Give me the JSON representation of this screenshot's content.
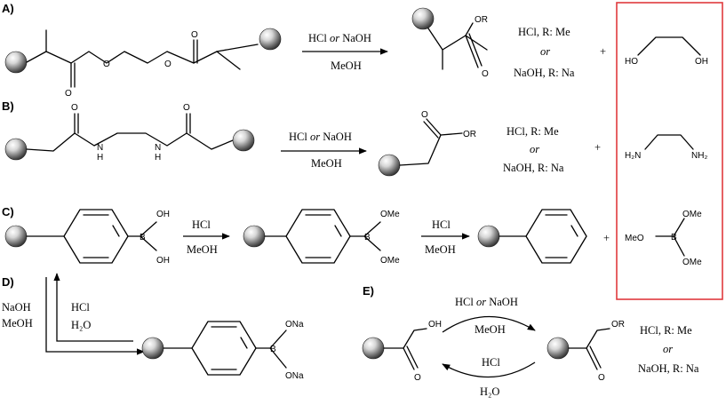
{
  "sections": {
    "A": {
      "label": "A)",
      "reagent_top": {
        "a": "HCl ",
        "b": "or",
        "c": " NaOH"
      },
      "reagent_bottom": "MeOH",
      "product_group": "OR",
      "conditions": {
        "line1": "HCl, R: Me",
        "line2": "or",
        "line3": "NaOH, R: Na"
      },
      "plus": "+",
      "ester_o1": "O",
      "ester_o2": "O",
      "carbonyl_o1": "O",
      "carbonyl_o2": "O",
      "product_o": "O",
      "byproduct": {
        "left": "HO",
        "right": "OH"
      }
    },
    "B": {
      "label": "B)",
      "reagent_top": {
        "a": "HCl ",
        "b": "or",
        "c": " NaOH"
      },
      "reagent_bottom": "MeOH",
      "product_group": "OR",
      "conditions": {
        "line1": "HCl, R: Me",
        "line2": "or",
        "line3": "NaOH, R: Na"
      },
      "plus": "+",
      "amide_o1": "O",
      "amide_o2": "O",
      "amide_n1": "N",
      "amide_n2": "N",
      "amide_h1": "H",
      "amide_h2": "H",
      "product_o": "O",
      "byproduct": {
        "left": "H₂N",
        "right": "NH₂"
      }
    },
    "C": {
      "label": "C)",
      "step1_top": "HCl",
      "step1_bottom": "MeOH",
      "step2_top": "HCl",
      "step2_bottom": "MeOH",
      "boronic_b": "B",
      "boronic_oh1": "OH",
      "boronic_oh2": "OH",
      "ester_b": "B",
      "ester_ome1": "OMe",
      "ester_ome2": "OMe",
      "plus": "+",
      "byproduct": {
        "b": "B",
        "ome_top": "OMe",
        "ome_left": "MeO",
        "ome_bottom": "OMe"
      }
    },
    "D": {
      "label": "D)",
      "reagent_left_1": "NaOH",
      "reagent_left_2": "MeOH",
      "reagent_right_1": "HCl",
      "reagent_right_2": "H₂O",
      "borate_b": "B",
      "borate_ona1": "ONa",
      "borate_ona2": "ONa"
    },
    "E": {
      "label": "E)",
      "forward_top": {
        "a": "HCl ",
        "b": "or",
        "c": " NaOH"
      },
      "forward_bottom": "MeOH",
      "reverse_top": "HCl",
      "reverse_bottom": "H₂O",
      "acid_oh": "OH",
      "acid_o": "O",
      "product_group": "OR",
      "product_o": "O",
      "conditions": {
        "line1": "HCl, R: Me",
        "line2": "or",
        "line3": "NaOH, R: Na"
      }
    }
  },
  "colors": {
    "highlight_box": "#e03a3e",
    "bond": "#000000"
  },
  "icons": {
    "sphere": "support-bead-sphere"
  }
}
